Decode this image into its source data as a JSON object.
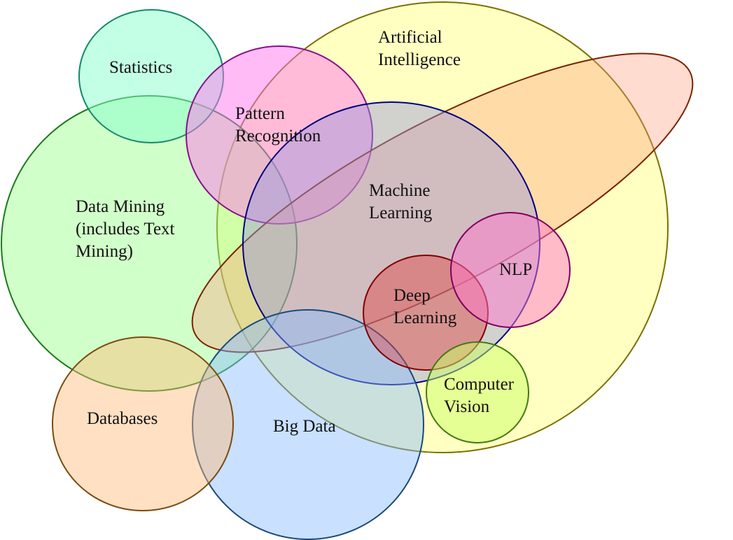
{
  "diagram": {
    "regions": [
      {
        "key": "ai",
        "label": [
          "Artificial",
          "Intelligence"
        ],
        "fill": "#ffff66",
        "stroke": "#7a7000"
      },
      {
        "key": "datamining",
        "label": [
          "Data Mining",
          "(includes Text",
          "Mining)"
        ],
        "fill": "#99ff88",
        "stroke": "#1a7a1a"
      },
      {
        "key": "statistics",
        "label": [
          "Statistics"
        ],
        "fill": "#88ffcc",
        "stroke": "#138a6a"
      },
      {
        "key": "pattern",
        "label": [
          "Pattern",
          "Recognition"
        ],
        "fill": "#ff77ee",
        "stroke": "#881088"
      },
      {
        "key": "ellipse",
        "label": [],
        "fill": "#ff9977",
        "stroke": "#7a2200"
      },
      {
        "key": "ml",
        "label": [
          "Machine",
          "Learning"
        ],
        "fill": "#9999dd",
        "stroke": "#000080"
      },
      {
        "key": "bigdata",
        "label": [
          "Big Data"
        ],
        "fill": "#88bbff",
        "stroke": "#1a4a7a"
      },
      {
        "key": "databases",
        "label": [
          "Databases"
        ],
        "fill": "#ffbb77",
        "stroke": "#7a4a10"
      },
      {
        "key": "deeplearning",
        "label": [
          "Deep",
          "Learning"
        ],
        "fill": "#dd4444",
        "stroke": "#800000"
      },
      {
        "key": "nlp",
        "label": [
          "NLP"
        ],
        "fill": "#ff77cc",
        "stroke": "#800060"
      },
      {
        "key": "cv",
        "label": [
          "Computer",
          "Vision"
        ],
        "fill": "#ccff66",
        "stroke": "#407a10"
      }
    ]
  }
}
